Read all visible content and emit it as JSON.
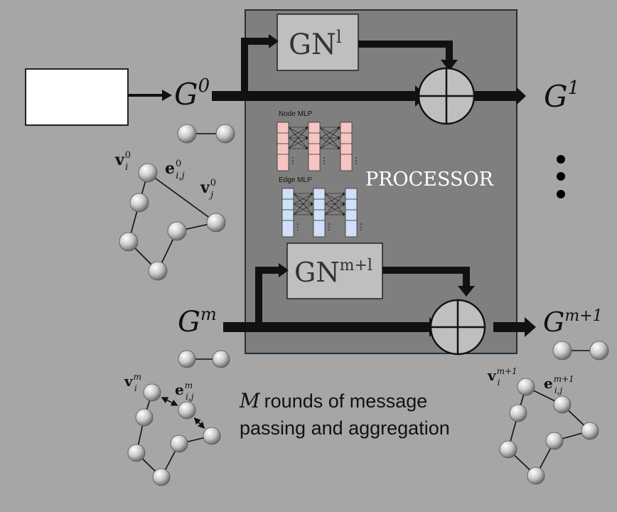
{
  "processor": {
    "label": "PROCESSOR"
  },
  "blocks": {
    "gn_top": {
      "base": "GN",
      "sup": "l"
    },
    "gn_bottom": {
      "base": "GN",
      "sup": "m+l"
    }
  },
  "graphs": {
    "g0": {
      "base": "G",
      "sup": "0"
    },
    "g1": {
      "base": "G",
      "sup": "1"
    },
    "gm": {
      "base": "G",
      "sup": "m"
    },
    "gm1": {
      "base": "G",
      "sup": "m+1"
    }
  },
  "mlp": {
    "node_label": "Node MLP",
    "edge_label": "Edge MLP",
    "node_color": "#f7c4c4",
    "edge_color": "#cfe0f7"
  },
  "graph_labels": {
    "left_top": {
      "vi": {
        "base": "v",
        "sub": "i",
        "sup": "0"
      },
      "eij": {
        "base": "e",
        "sub": "i,j",
        "sup": "0"
      },
      "vj": {
        "base": "v",
        "sub": "j",
        "sup": "0"
      }
    },
    "left_bottom": {
      "vi": {
        "base": "v",
        "sub": "i",
        "sup": "m"
      },
      "eij": {
        "base": "e",
        "sub": "i,j",
        "sup": "m"
      }
    },
    "right_bottom": {
      "vi": {
        "base": "v",
        "sub": "i",
        "sup": "m+1"
      },
      "eij": {
        "base": "e",
        "sub": "i,j",
        "sup": "m+1"
      }
    }
  },
  "caption": {
    "symbol": "M",
    "line1": "rounds of message",
    "line2": "passing and aggregation"
  },
  "colors": {
    "background": "#a6a6a6",
    "processor_fill": "#7f7f7f",
    "processor_border": "#1f3040",
    "gn_fill": "#bfbfbf",
    "arrow": "#111111"
  }
}
